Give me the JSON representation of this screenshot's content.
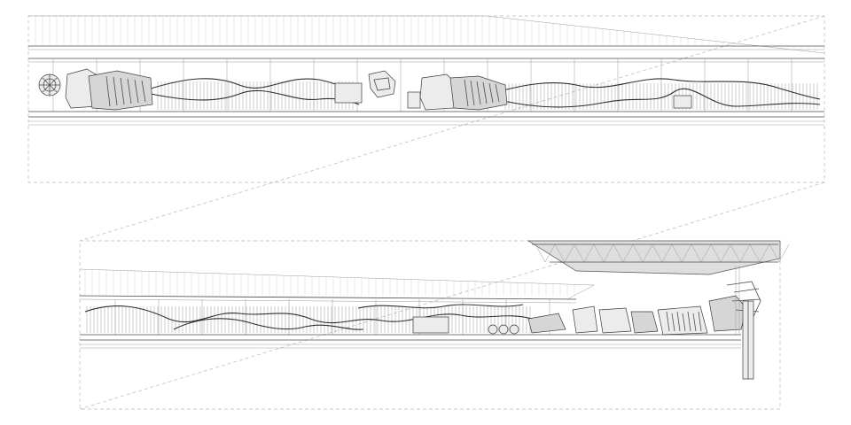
{
  "drawing": {
    "kind": "longitudinal-section",
    "panels": [
      {
        "id": "upper",
        "frame": "dashed"
      },
      {
        "id": "lower",
        "frame": "dashed"
      }
    ],
    "colors": {
      "line": "#4a4a4a",
      "fill": "#ececec",
      "frame": "#b8b8b8",
      "roof_truss": "#d9d9d9"
    }
  }
}
